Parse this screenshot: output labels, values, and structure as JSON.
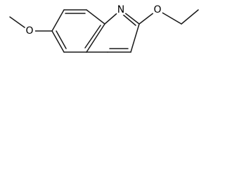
{
  "molecule": {
    "atoms": {
      "nitrogen": "N",
      "oxygen_ethoxy": "O",
      "oxygen_methoxy": "O"
    },
    "colors": {
      "bond": "#1a1a1a",
      "label": "#000000",
      "background": "#ffffff"
    }
  }
}
